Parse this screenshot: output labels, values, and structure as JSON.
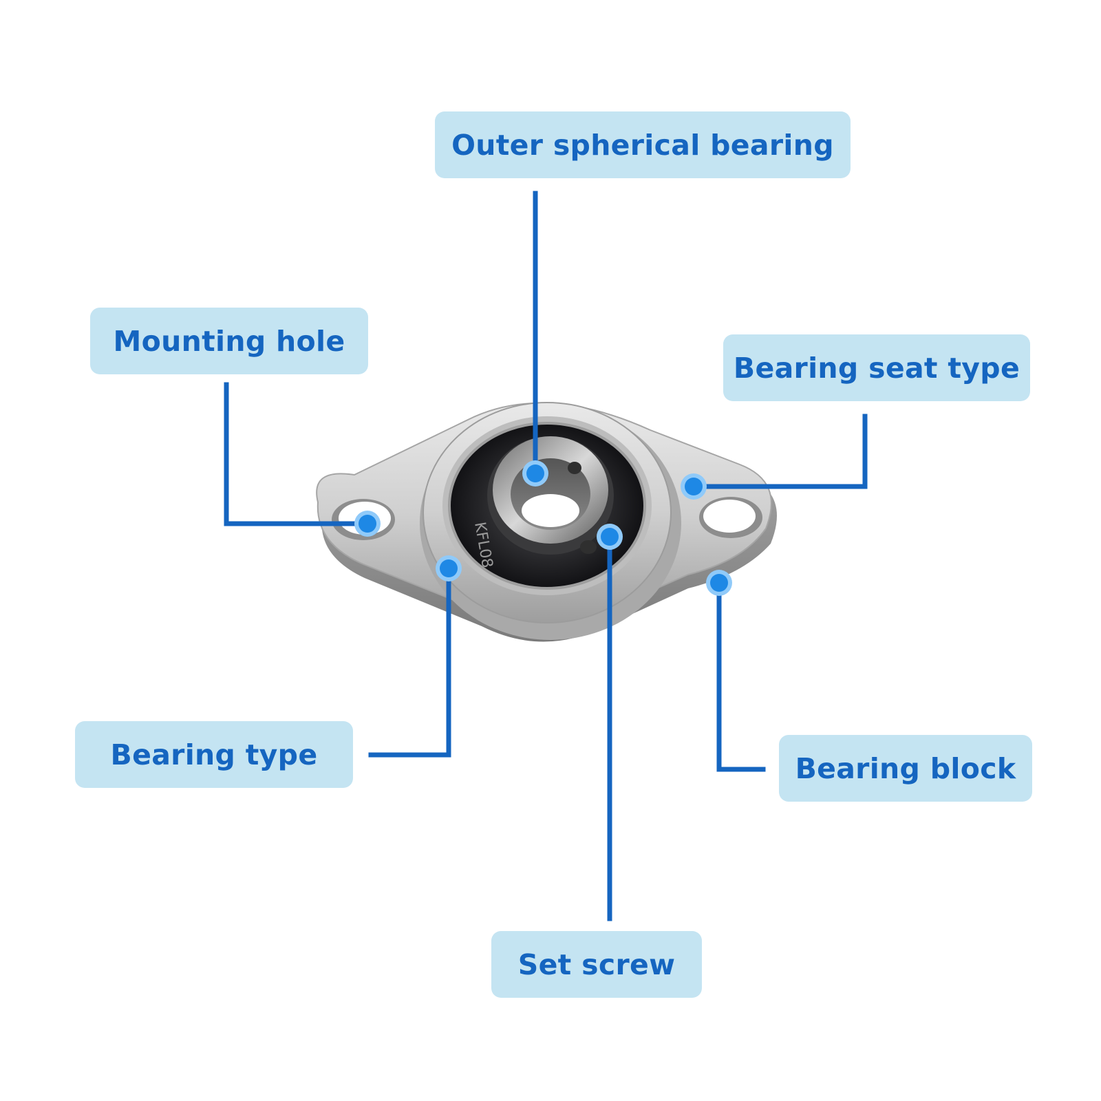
{
  "labels": {
    "outer_spherical_bearing": "Outer spherical bearing",
    "mounting_hole": "Mounting hole",
    "bearing_seat_type": "Bearing seat type",
    "bearing_type": "Bearing type",
    "bearing_block": "Bearing block",
    "set_screw": "Set screw"
  },
  "bearing_marking": "KFL08",
  "colors": {
    "label_bg": "#c4e4f2",
    "label_text": "#1565c0",
    "leader_line": "#1565c0",
    "dot": "#1e88e5",
    "dot_ring": "#90caf9"
  }
}
